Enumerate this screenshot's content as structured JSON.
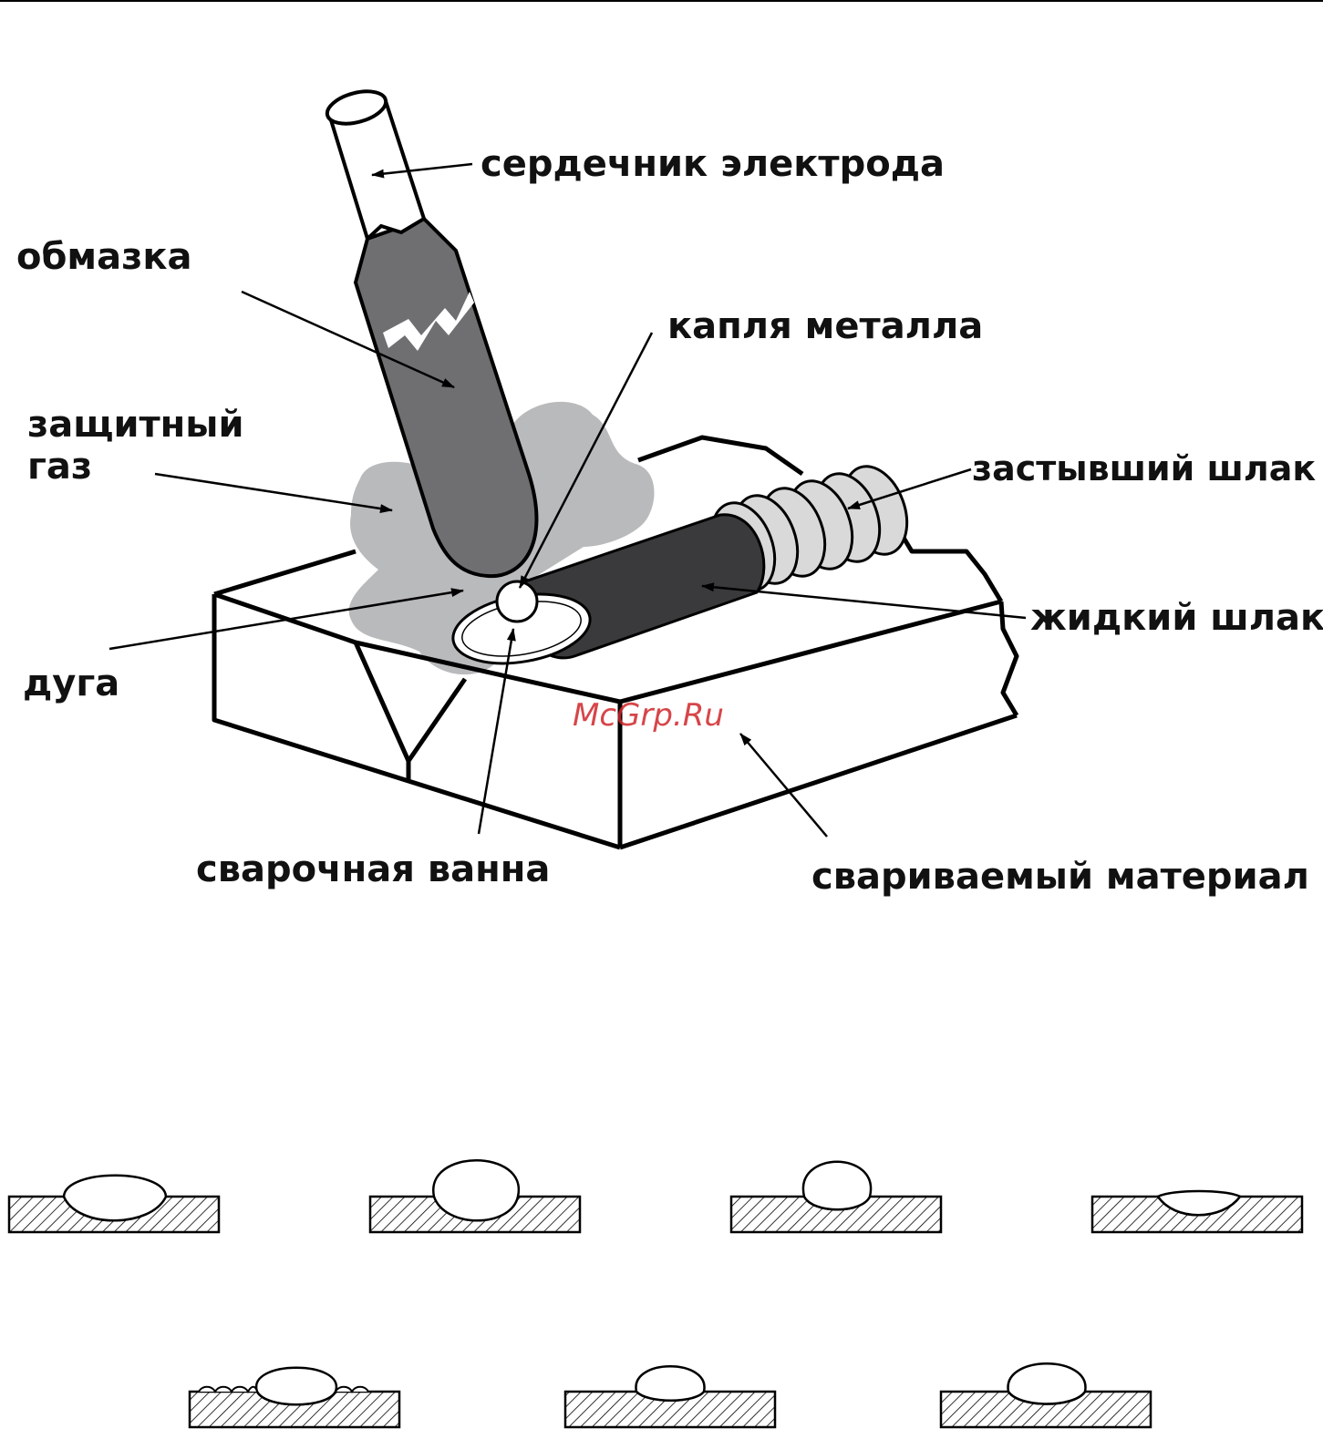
{
  "labels": {
    "electrode_core": "сердечник электрода",
    "coating": "обмазка",
    "metal_drop": "капля металла",
    "shielding_gas_line1": "защитный",
    "shielding_gas_line2": "газ",
    "solidified_slag": "застывший шлак",
    "liquid_slag": "жидкий шлак",
    "arc": "дуга",
    "weld_pool": "сварочная ванна",
    "base_material": "свариваемый материал"
  },
  "watermark": {
    "text": "McGrp.Ru",
    "color": "#d0262a"
  },
  "colors": {
    "coating": "#6f6f72",
    "liquid_slag": "#3a3a3c",
    "gas": "#b9babc",
    "solid_slag": "#d9d9d9",
    "line": "#000000"
  }
}
